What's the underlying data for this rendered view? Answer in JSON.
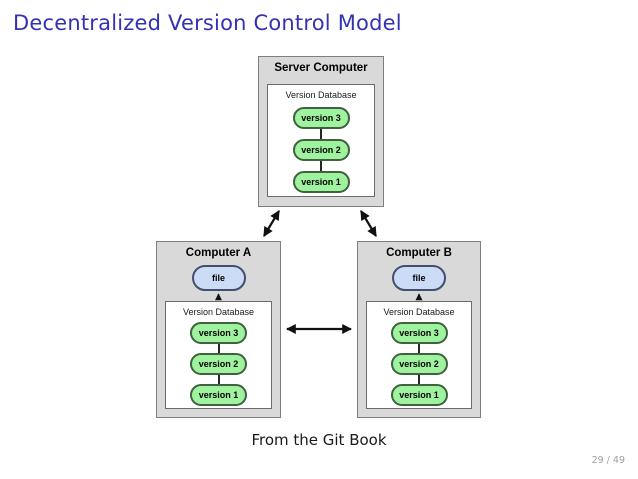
{
  "slide": {
    "title": "Decentralized Version Control Model",
    "caption": "From the Git Book",
    "page_number": "29 / 49"
  },
  "diagram": {
    "server": {
      "title": "Server Computer",
      "db_label": "Version Database",
      "versions": [
        "version 3",
        "version 2",
        "version 1"
      ]
    },
    "computer_a": {
      "title": "Computer A",
      "file_label": "file",
      "db_label": "Version Database",
      "versions": [
        "version 3",
        "version 2",
        "version 1"
      ]
    },
    "computer_b": {
      "title": "Computer B",
      "file_label": "file",
      "db_label": "Version Database",
      "versions": [
        "version 3",
        "version 2",
        "version 1"
      ]
    }
  },
  "colors": {
    "title_text": "#3333b2",
    "box_bg": "#d9d9d9",
    "version_pill_bg": "#9ff39f",
    "file_pill_bg": "#ccdcf7",
    "arrow": "#111111",
    "page_number_text": "#a0a0a0"
  }
}
